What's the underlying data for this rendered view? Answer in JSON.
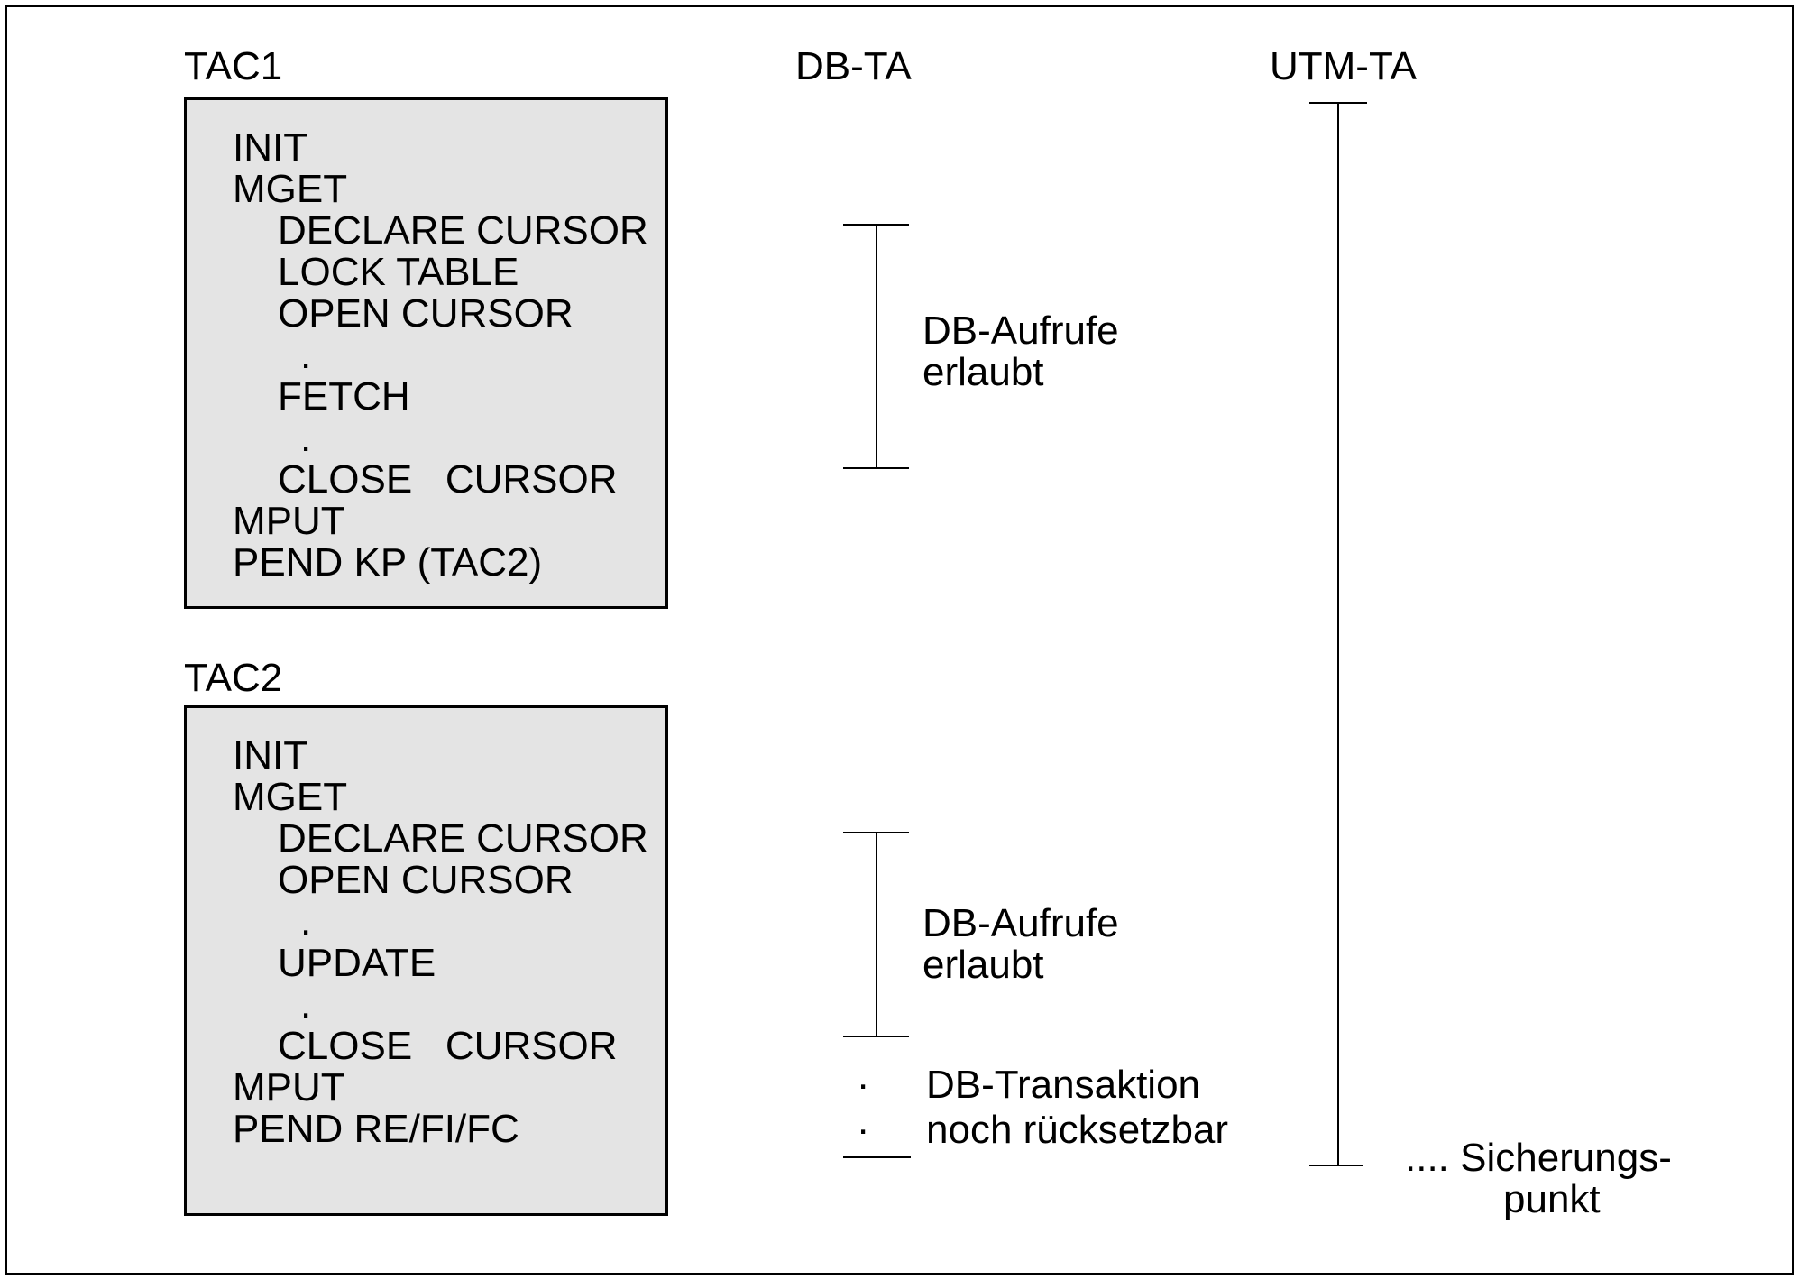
{
  "tac1": {
    "label": "TAC1",
    "lines": [
      {
        "t": "INIT",
        "i": 1
      },
      {
        "t": "MGET",
        "i": 1
      },
      {
        "t": "DECLARE CURSOR",
        "i": 2
      },
      {
        "t": "LOCK TABLE",
        "i": 2
      },
      {
        "t": "OPEN CURSOR",
        "i": 2
      },
      {
        "t": ".",
        "i": 3
      },
      {
        "t": "FETCH",
        "i": 2
      },
      {
        "t": ".",
        "i": 3
      },
      {
        "t": "CLOSE   CURSOR",
        "i": 2
      },
      {
        "t": "MPUT",
        "i": 1
      },
      {
        "t": "PEND KP (TAC2)",
        "i": 1
      }
    ]
  },
  "tac2": {
    "label": "TAC2",
    "lines": [
      {
        "t": "INIT",
        "i": 1
      },
      {
        "t": "MGET",
        "i": 1
      },
      {
        "t": "DECLARE CURSOR",
        "i": 2
      },
      {
        "t": "OPEN CURSOR",
        "i": 2
      },
      {
        "t": ".",
        "i": 3
      },
      {
        "t": "UPDATE",
        "i": 2
      },
      {
        "t": ".",
        "i": 3
      },
      {
        "t": "CLOSE   CURSOR",
        "i": 2
      },
      {
        "t": "MPUT",
        "i": 1
      },
      {
        "t": "PEND RE/FI/FC",
        "i": 1
      }
    ]
  },
  "db_ta": {
    "label": "DB-TA",
    "span1_label_line1": "DB-Aufrufe",
    "span1_label_line2": "erlaubt",
    "span2_label_line1": "DB-Aufrufe",
    "span2_label_line2": "erlaubt",
    "dot1": ".",
    "dot2": ".",
    "note_line1": "DB-Transaktion",
    "note_line2": "noch rücksetzbar"
  },
  "utm_ta": {
    "label": "UTM-TA",
    "savepoint_line1": ".... Sicherungs-",
    "savepoint_line2": "punkt"
  },
  "colors": {
    "box_fill": "#e4e4e4",
    "line": "#000000",
    "background": "#ffffff"
  }
}
